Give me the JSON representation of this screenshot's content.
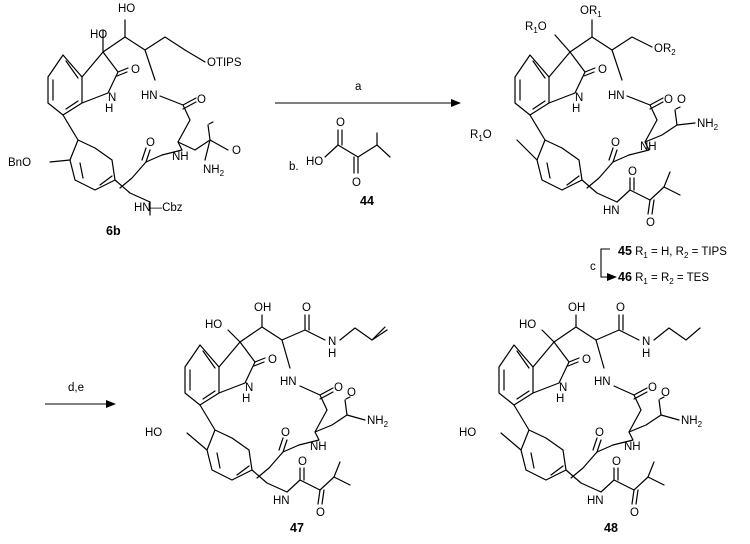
{
  "compounds": {
    "c6b": {
      "number": "6b",
      "labels": {
        "oh_a": "HO",
        "oh_b": "HO",
        "o_a": "O",
        "otips": "OTIPS",
        "nh_a": "N",
        "nh_a_h": "H",
        "nh_b": "HN",
        "o_b": "O",
        "bno": "BnO",
        "o_c": "O",
        "nh_c": "NH",
        "nh2": "NH",
        "nh2_sub": "2",
        "o_d": "O",
        "nhcbz": "HN—Cbz"
      }
    },
    "c45": {
      "number": "45",
      "caption_text": " R",
      "caption_sub1": "1",
      "caption_mid": " = H, R",
      "caption_sub2": "2",
      "caption_end": " = TIPS",
      "labels": {
        "r1o_top": "R",
        "r1o_top_sub": "1",
        "r1o_top_o": "O",
        "or1": "OR",
        "or1_sub": "1",
        "or2": "OR",
        "or2_sub": "2",
        "o_a": "O",
        "nh_a": "N",
        "nh_a_h": "H",
        "hn_b": "HN",
        "o_b": "O",
        "o_amide": "O",
        "nh2": "NH",
        "nh2_sub": "2",
        "r1o_left": "R",
        "r1o_left_sub": "1",
        "r1o_left_o": "O",
        "nh_c": "NH",
        "o_c": "O",
        "hn_d": "HN",
        "o_d": "O",
        "o_e": "O"
      }
    },
    "c46": {
      "number": "46",
      "caption_text": " R",
      "caption_sub1": "1",
      "caption_mid": " = R",
      "caption_sub2": "2",
      "caption_end": " = TES"
    },
    "c44": {
      "number": "44",
      "labels": {
        "o_top": "O",
        "ho": "HO",
        "o_bottom": "O"
      }
    },
    "c47": {
      "number": "47",
      "labels": {
        "ho_a": "HO",
        "oh_b": "OH",
        "o_a": "O",
        "hn_allyl": "N",
        "hn_allyl_h": "H",
        "o_lactam": "O",
        "nh_a": "N",
        "nh_a_h": "H",
        "hn_b": "HN",
        "o_b": "O",
        "o_amide": "O",
        "nh2": "NH",
        "nh2_sub": "2",
        "ho_phenol": "HO",
        "nh_c": "NH",
        "o_c": "O",
        "hn_d": "HN",
        "o_d": "O",
        "o_e": "O"
      }
    },
    "c48": {
      "number": "48",
      "labels": {
        "ho_a": "HO",
        "oh_b": "OH",
        "o_a": "O",
        "hn_propyl": "N",
        "hn_propyl_h": "H",
        "o_lactam": "O",
        "nh_a": "N",
        "nh_a_h": "H",
        "hn_b": "HN",
        "o_b": "O",
        "o_amide": "O",
        "nh2": "NH",
        "nh2_sub": "2",
        "ho_phenol": "HO",
        "nh_c": "NH",
        "o_c": "O",
        "hn_d": "HN",
        "o_d": "O",
        "o_e": "O"
      }
    }
  },
  "reagents": {
    "step_a": "a",
    "step_b": "b.",
    "step_c": "c",
    "step_de": "d,e"
  }
}
